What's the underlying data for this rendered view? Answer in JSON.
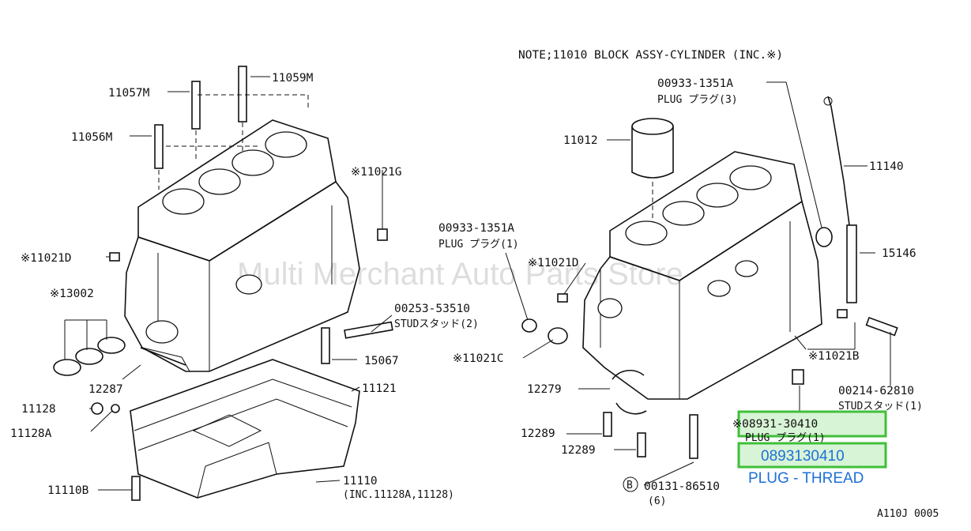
{
  "diagram": {
    "note": "NOTE;11010 BLOCK ASSY-CYLINDER (INC.※)",
    "watermark": "Multi Merchant Auto Parts Store",
    "footer_code": "A110J 0005",
    "left_labels": {
      "p11057M": "11057M",
      "p11059M": "11059M",
      "p11056M": "11056M",
      "p11021G": "※11021G",
      "p11021D_left": "※11021D",
      "p13002": "※13002",
      "p00253_num": "00253-53510",
      "p00253_desc": "STUDスタッド(2)",
      "p15067": "15067",
      "p12287": "12287",
      "p11121": "11121",
      "p11128": "11128",
      "p11128A": "11128A",
      "p11110B": "11110B",
      "p11110_num": "11110",
      "p11110_desc": "(INC.11128A,11128)"
    },
    "right_labels": {
      "p00933_top_num": "00933-1351A",
      "p00933_top_desc": "PLUG プラグ(3)",
      "p11012": "11012",
      "p11140": "11140",
      "p00933_mid_num": "00933-1351A",
      "p00933_mid_desc": "PLUG プラグ(1)",
      "p15146": "15146",
      "p11021D_right": "※11021D",
      "p11021C": "※11021C",
      "p11021B": "※11021B",
      "p12279": "12279",
      "p00214_num": "00214-62810",
      "p00214_desc": "STUDスタッド(1)",
      "p08931_num": "※08931-30410",
      "p08931_desc": "PLUG プラグ(1)",
      "p12289_a": "12289",
      "p12289_b": "12289",
      "p00131_num": "00131-86510",
      "p00131_qty": "(6)",
      "circle_b": "B"
    },
    "highlight": {
      "part_number": "0893130410",
      "description": "PLUG - THREAD",
      "color": "#3fbf3a",
      "text_color": "#1e6fd8"
    }
  }
}
